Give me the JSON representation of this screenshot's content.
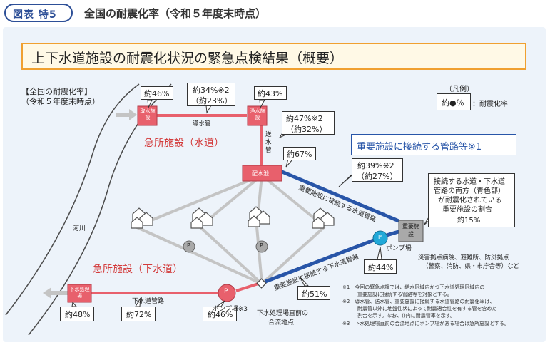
{
  "header": {
    "badge": "図表 特5",
    "title": "全国の耐震化率（令和５年度末時点）"
  },
  "main_title": "上下水道施設の耐震化状況の緊急点検結果（概要）",
  "national_rate": {
    "line1": "【全国の耐震化率】",
    "line2": "（令和５年度末時点）"
  },
  "legend": {
    "title": "（凡例）",
    "box": "約●％",
    "text": "：耐震化率"
  },
  "sections": {
    "water": "急所施設（水道）",
    "sewer": "急所施設（下水道）",
    "pipes": "重要施設に接続する管路等※1"
  },
  "facilities": {
    "intake": "取水施設",
    "purification": "浄水施設",
    "distribution": "配水池",
    "important": "重要施設",
    "sewage_plant": "下水処理場",
    "pump_p": "P",
    "pump_station": "ポンプ場",
    "pump_station_3": "ポンプ場※3",
    "confluence_1": "下水処理場直前の",
    "confluence_2": "合流地点",
    "important_desc_1": "災害拠点病院、避難所、防災拠点",
    "important_desc_2": "（警察、消防、県・市庁舎等）など",
    "river": "河川"
  },
  "pipes": {
    "conduit": "導水管",
    "transmission": "送水管",
    "water_main": "重要施設に接続する水道管路",
    "sewer_main": "重要施設に接続する下水道管路",
    "sewer_trunk": "下水道管路"
  },
  "rates": {
    "intake": "約46%",
    "conduit_1": "約34%※2",
    "conduit_2": "（約23%）",
    "purification": "約43%",
    "transmission_1": "約47%※2",
    "transmission_2": "（約32%）",
    "distribution": "約67%",
    "water_main_1": "約39%※2",
    "water_main_2": "（約27%）",
    "both_1": "接続する水道・下水道",
    "both_2": "管路の両方（青色部）",
    "both_3": "が耐震化されている",
    "both_4": "重要施設の割合",
    "both_5": "約15%",
    "pump_station": "約44%",
    "sewer_main": "約51%",
    "sewage_plant": "約48%",
    "sewer_trunk": "約72%",
    "pump_station_3": "約46%"
  },
  "notes": {
    "n1_a": "※1　今回の緊急点検では、給水区域内かつ下水道処理区域内の",
    "n1_b": "　　　重要施設に接続する管路等を対象とする。",
    "n2_a": "※2　導水管、送水管、重要施設に接続する水道管路の耐震化率は、",
    "n2_b": "　　　耐震管以外に地盤性状によって耐震適合性を有する管を含めた",
    "n2_c": "　　　割合を示す。なお、()内に耐震管率を示す。",
    "n3": "※3　下水処理場直前の合流地点にポンプ場がある場合は急所施設とする。"
  },
  "colors": {
    "water": "#e8606c",
    "pipe_blue": "#2855a8",
    "gray": "#c4c4c4",
    "accent": "#f0a030"
  }
}
